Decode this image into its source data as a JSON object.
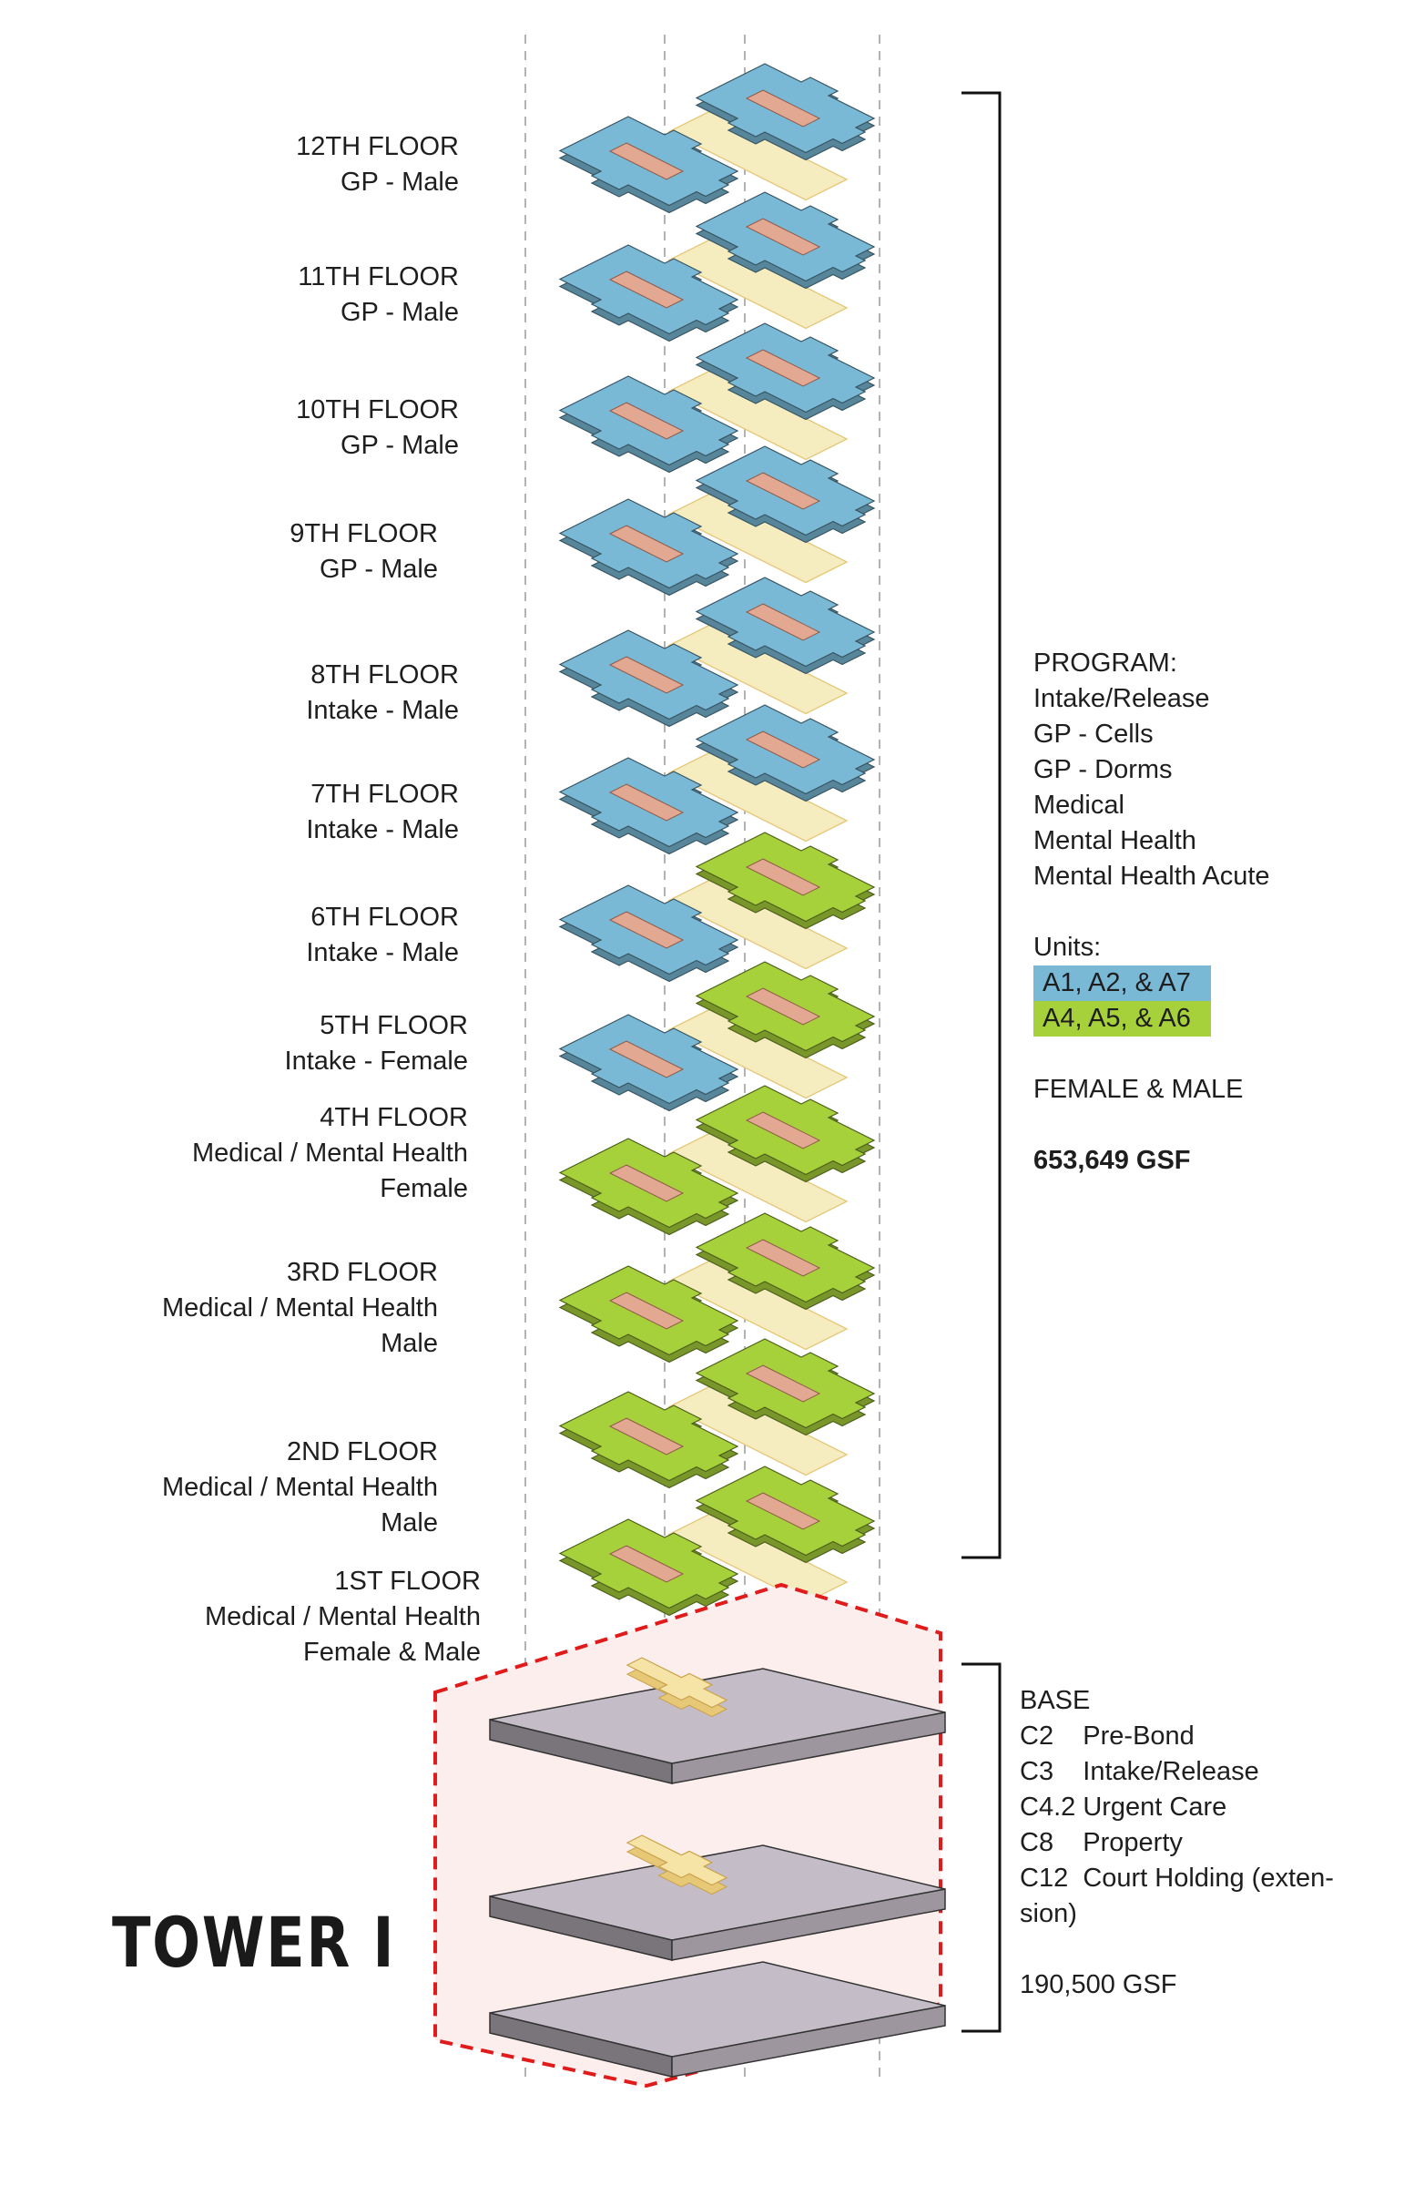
{
  "floors": [
    {
      "level": "12TH FLOOR",
      "use": "GP - Male",
      "color": "#79b9d6"
    },
    {
      "level": "11TH FLOOR",
      "use": "GP - Male",
      "color": "#79b9d6"
    },
    {
      "level": "10TH FLOOR",
      "use": "GP - Male",
      "color": "#79b9d6"
    },
    {
      "level": "9TH FLOOR",
      "use": "GP - Male",
      "color": "#79b9d6"
    },
    {
      "level": "8TH FLOOR",
      "use": "Intake - Male",
      "color": "#79b9d6"
    },
    {
      "level": "7TH FLOOR",
      "use": "Intake - Male",
      "color": "#79b9d6"
    },
    {
      "level": "6TH FLOOR",
      "use": "Intake - Male",
      "color": "#79b9d6",
      "back_color": "#a7d13a"
    },
    {
      "level": "5TH FLOOR",
      "use": "Intake - Female",
      "color": "#79b9d6",
      "back_color": "#a7d13a"
    },
    {
      "level": "4TH FLOOR",
      "use": "Medical / Mental Health",
      "use2": "Female",
      "color": "#a7d13a"
    },
    {
      "level": "3RD FLOOR",
      "use": "Medical / Mental Health",
      "use2": "Male",
      "color": "#a7d13a"
    },
    {
      "level": "2ND FLOOR",
      "use": "Medical / Mental Health",
      "use2": "Male",
      "color": "#a7d13a"
    },
    {
      "level": "1ST FLOOR",
      "use": "Medical / Mental Health",
      "use2": "Female & Male",
      "color": "#a7d13a"
    }
  ],
  "program": {
    "heading": "PROGRAM:",
    "items": [
      "Intake/Release",
      "GP - Cells",
      "GP - Dorms",
      "Medical",
      "Mental Health",
      "Mental Health Acute"
    ],
    "units_label": "Units:",
    "units": [
      {
        "label": "A1, A2, & A7",
        "color": "#79b9d6"
      },
      {
        "label": "A4, A5, & A6",
        "color": "#a7d13a"
      }
    ],
    "population": "FEMALE & MALE",
    "gsf": "653,649 GSF"
  },
  "base": {
    "heading": "BASE",
    "items": [
      "C2    Pre-Bond",
      "C3    Intake/Release",
      "C4.2 Urgent Care",
      "C8    Property",
      "C12  Court Holding (exten-",
      "sion)"
    ],
    "gsf": "190,500 GSF"
  },
  "tower_title": "TOWER I",
  "colors": {
    "cells_blue": "#79b9d6",
    "dorms_green": "#a7d13a",
    "core_salmon": "#e3a892",
    "corridor_cream": "#f5ecc0",
    "base_slab": "#c4bcc6",
    "base_outline": "#e01b1b",
    "base_fill": "#fdeeee"
  }
}
